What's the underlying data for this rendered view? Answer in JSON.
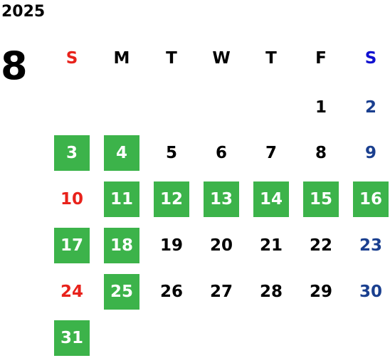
{
  "calendar": {
    "year": "2025",
    "month": "8",
    "weekdays": [
      {
        "label": "S",
        "color": "#e8221b"
      },
      {
        "label": "M",
        "color": "#000000"
      },
      {
        "label": "T",
        "color": "#000000"
      },
      {
        "label": "W",
        "color": "#000000"
      },
      {
        "label": "T",
        "color": "#000000"
      },
      {
        "label": "F",
        "color": "#000000"
      },
      {
        "label": "S",
        "color": "#1010d0"
      }
    ],
    "highlight_color": "#3cb34a",
    "sunday_color": "#e8221b",
    "saturday_color": "#1a3f8f",
    "weekday_color": "#000000",
    "first_weekday_index": 5,
    "days": [
      {
        "day": "1",
        "highlighted": false
      },
      {
        "day": "2",
        "highlighted": false
      },
      {
        "day": "3",
        "highlighted": true
      },
      {
        "day": "4",
        "highlighted": true
      },
      {
        "day": "5",
        "highlighted": false
      },
      {
        "day": "6",
        "highlighted": false
      },
      {
        "day": "7",
        "highlighted": false
      },
      {
        "day": "8",
        "highlighted": false
      },
      {
        "day": "9",
        "highlighted": false
      },
      {
        "day": "10",
        "highlighted": false
      },
      {
        "day": "11",
        "highlighted": true
      },
      {
        "day": "12",
        "highlighted": true
      },
      {
        "day": "13",
        "highlighted": true
      },
      {
        "day": "14",
        "highlighted": true
      },
      {
        "day": "15",
        "highlighted": true
      },
      {
        "day": "16",
        "highlighted": true
      },
      {
        "day": "17",
        "highlighted": true
      },
      {
        "day": "18",
        "highlighted": true
      },
      {
        "day": "19",
        "highlighted": false
      },
      {
        "day": "20",
        "highlighted": false
      },
      {
        "day": "21",
        "highlighted": false
      },
      {
        "day": "22",
        "highlighted": false
      },
      {
        "day": "23",
        "highlighted": false
      },
      {
        "day": "24",
        "highlighted": false
      },
      {
        "day": "25",
        "highlighted": true
      },
      {
        "day": "26",
        "highlighted": false
      },
      {
        "day": "27",
        "highlighted": false
      },
      {
        "day": "28",
        "highlighted": false
      },
      {
        "day": "29",
        "highlighted": false
      },
      {
        "day": "30",
        "highlighted": false
      },
      {
        "day": "31",
        "highlighted": true
      }
    ]
  }
}
